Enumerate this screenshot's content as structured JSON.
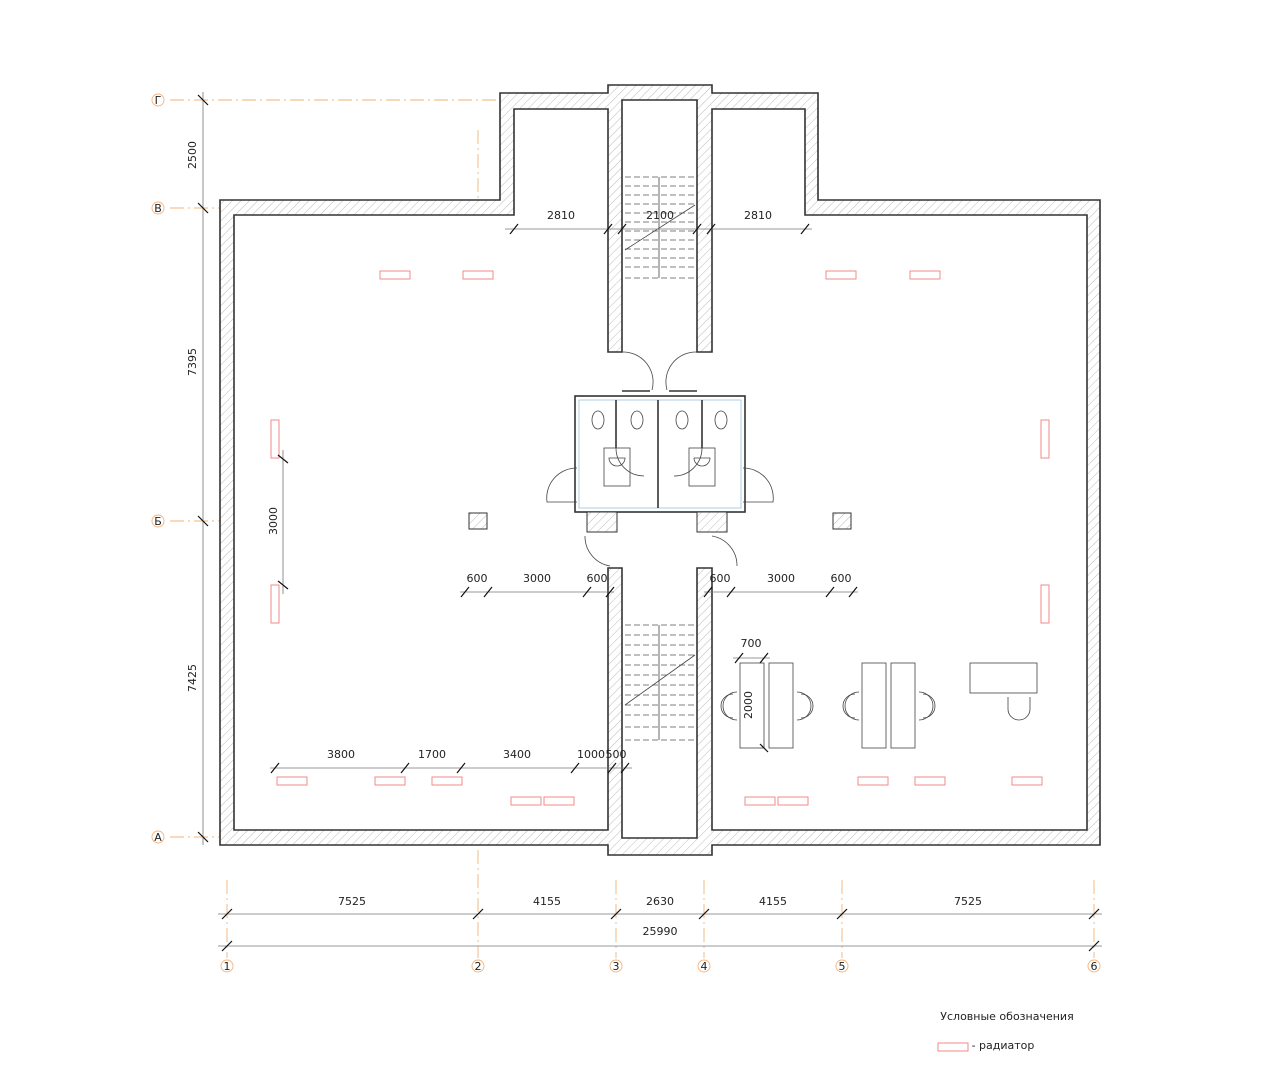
{
  "axes": {
    "rows": [
      "Г",
      "В",
      "Б",
      "А"
    ],
    "columns": [
      "1",
      "2",
      "3",
      "4",
      "5",
      "6"
    ]
  },
  "dimensions": {
    "left": [
      "2500",
      "7395",
      "7425"
    ],
    "bottom": [
      "7525",
      "4155",
      "2630",
      "4155",
      "7525"
    ],
    "total": "25990",
    "top_inner": [
      "2810",
      "2100",
      "2810"
    ],
    "left_inner": "3000",
    "mid_left": [
      "600",
      "3000",
      "600"
    ],
    "mid_right": [
      "600",
      "3000",
      "600"
    ],
    "desk_width": "700",
    "desk_length": "2000",
    "bottom_inner": [
      "3800",
      "1700",
      "3400",
      "1000",
      "500"
    ]
  },
  "legend": {
    "title": "Условные обозначения",
    "radiator_label": "- радиатор"
  },
  "colors": {
    "axis": "#f5b27a",
    "radiator": "#f08a8a",
    "heating_zone": "#7fcf8f",
    "wall": "#333333"
  }
}
